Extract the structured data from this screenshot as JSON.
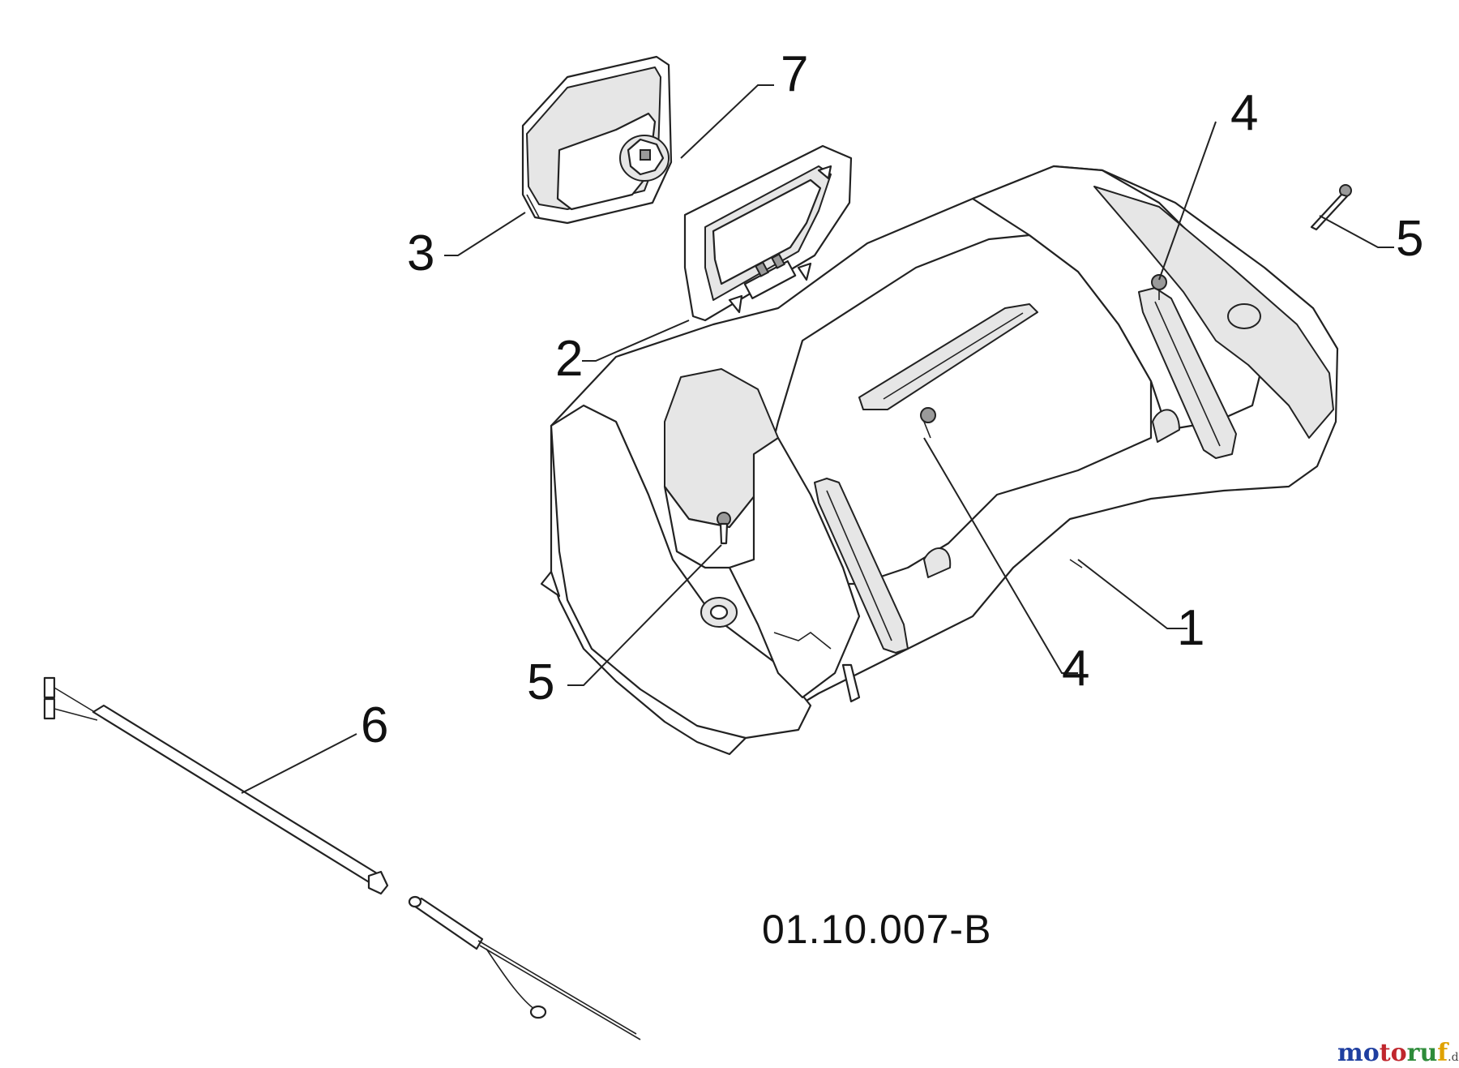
{
  "diagram": {
    "drawing_code": "01.10.007-B",
    "callouts": [
      {
        "id": "c1",
        "label": "1"
      },
      {
        "id": "c2",
        "label": "2"
      },
      {
        "id": "c3",
        "label": "3"
      },
      {
        "id": "c4a",
        "label": "4"
      },
      {
        "id": "c4b",
        "label": "4"
      },
      {
        "id": "c5a",
        "label": "5"
      },
      {
        "id": "c5b",
        "label": "5"
      },
      {
        "id": "c6",
        "label": "6"
      },
      {
        "id": "c7",
        "label": "7"
      }
    ],
    "watermark": {
      "text_main": "motoruf",
      "text_suffix": ".de",
      "colors": [
        "#1f3fa0",
        "#c0262d",
        "#2e8b3a",
        "#e0a200"
      ]
    }
  }
}
